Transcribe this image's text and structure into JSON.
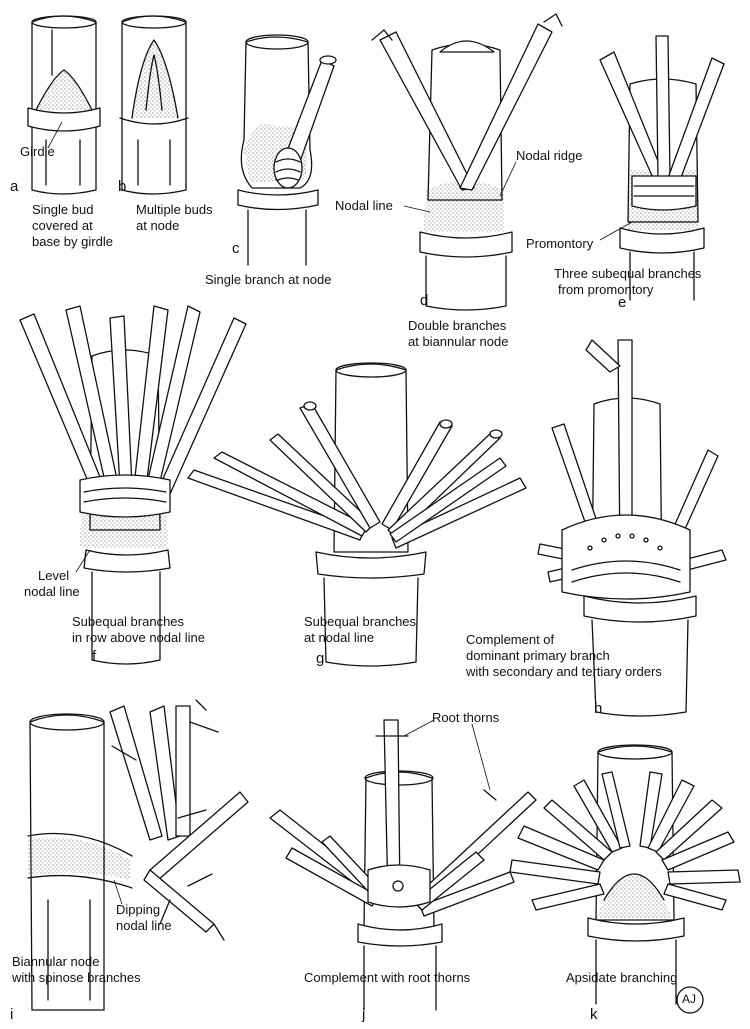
{
  "panels": {
    "a": {
      "letter": "a",
      "label_girdle": "Girdle",
      "caption": [
        "Single bud",
        "covered at",
        "base by girdle"
      ]
    },
    "b": {
      "letter": "b",
      "caption": [
        "Multiple buds",
        "at node"
      ]
    },
    "c": {
      "letter": "c",
      "caption": [
        "Single branch at node"
      ]
    },
    "d": {
      "letter": "d",
      "label_nodal_line": "Nodal line",
      "label_nodal_ridge": "Nodal ridge",
      "caption": [
        "Double branches",
        "at biannular node"
      ]
    },
    "e": {
      "letter": "e",
      "label_promontory": "Promontory",
      "caption": [
        "Three subequal branches",
        "from promontory"
      ]
    },
    "f": {
      "letter": "f",
      "label_level": [
        "Level",
        "nodal line"
      ],
      "caption": [
        "Subequal branches",
        "in row above nodal line"
      ]
    },
    "g": {
      "letter": "g",
      "caption": [
        "Subequal branches",
        "at nodal line"
      ]
    },
    "h": {
      "letter": "h",
      "caption": [
        "Complement of",
        "dominant primary branch",
        "with secondary and tertiary orders"
      ]
    },
    "i": {
      "letter": "i",
      "label_dipping": [
        "Dipping",
        "nodal line"
      ],
      "caption": [
        "Biannular node",
        "with spinose branches"
      ]
    },
    "j": {
      "letter": "j",
      "label_root_thorns": "Root thorns",
      "caption": [
        "Complement with root thorns"
      ]
    },
    "k": {
      "letter": "k",
      "caption": [
        "Apsidate branching"
      ]
    }
  },
  "signature": "AJ",
  "colors": {
    "ink": "#111111",
    "paper": "#ffffff"
  }
}
